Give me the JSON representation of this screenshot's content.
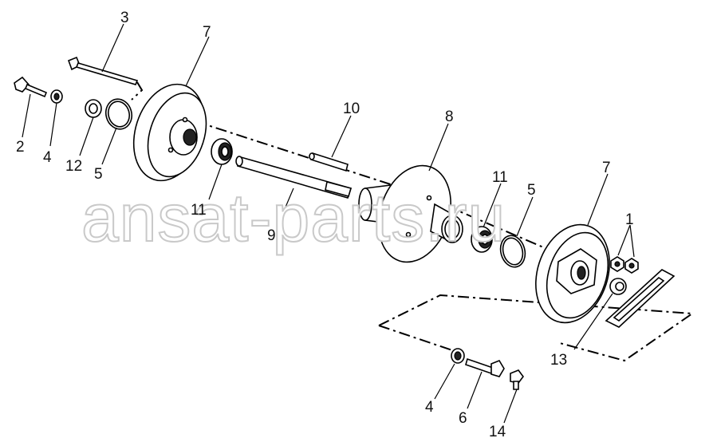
{
  "watermark": "ansat-parts.ru",
  "callouts": {
    "c1": "1",
    "c2": "2",
    "c3": "3",
    "c4a": "4",
    "c4b": "4",
    "c5a": "5",
    "c5b": "5",
    "c6": "6",
    "c7a": "7",
    "c7b": "7",
    "c8": "8",
    "c9": "9",
    "c10": "10",
    "c11a": "11",
    "c11b": "11",
    "c12": "12",
    "c13": "13",
    "c14": "14"
  }
}
